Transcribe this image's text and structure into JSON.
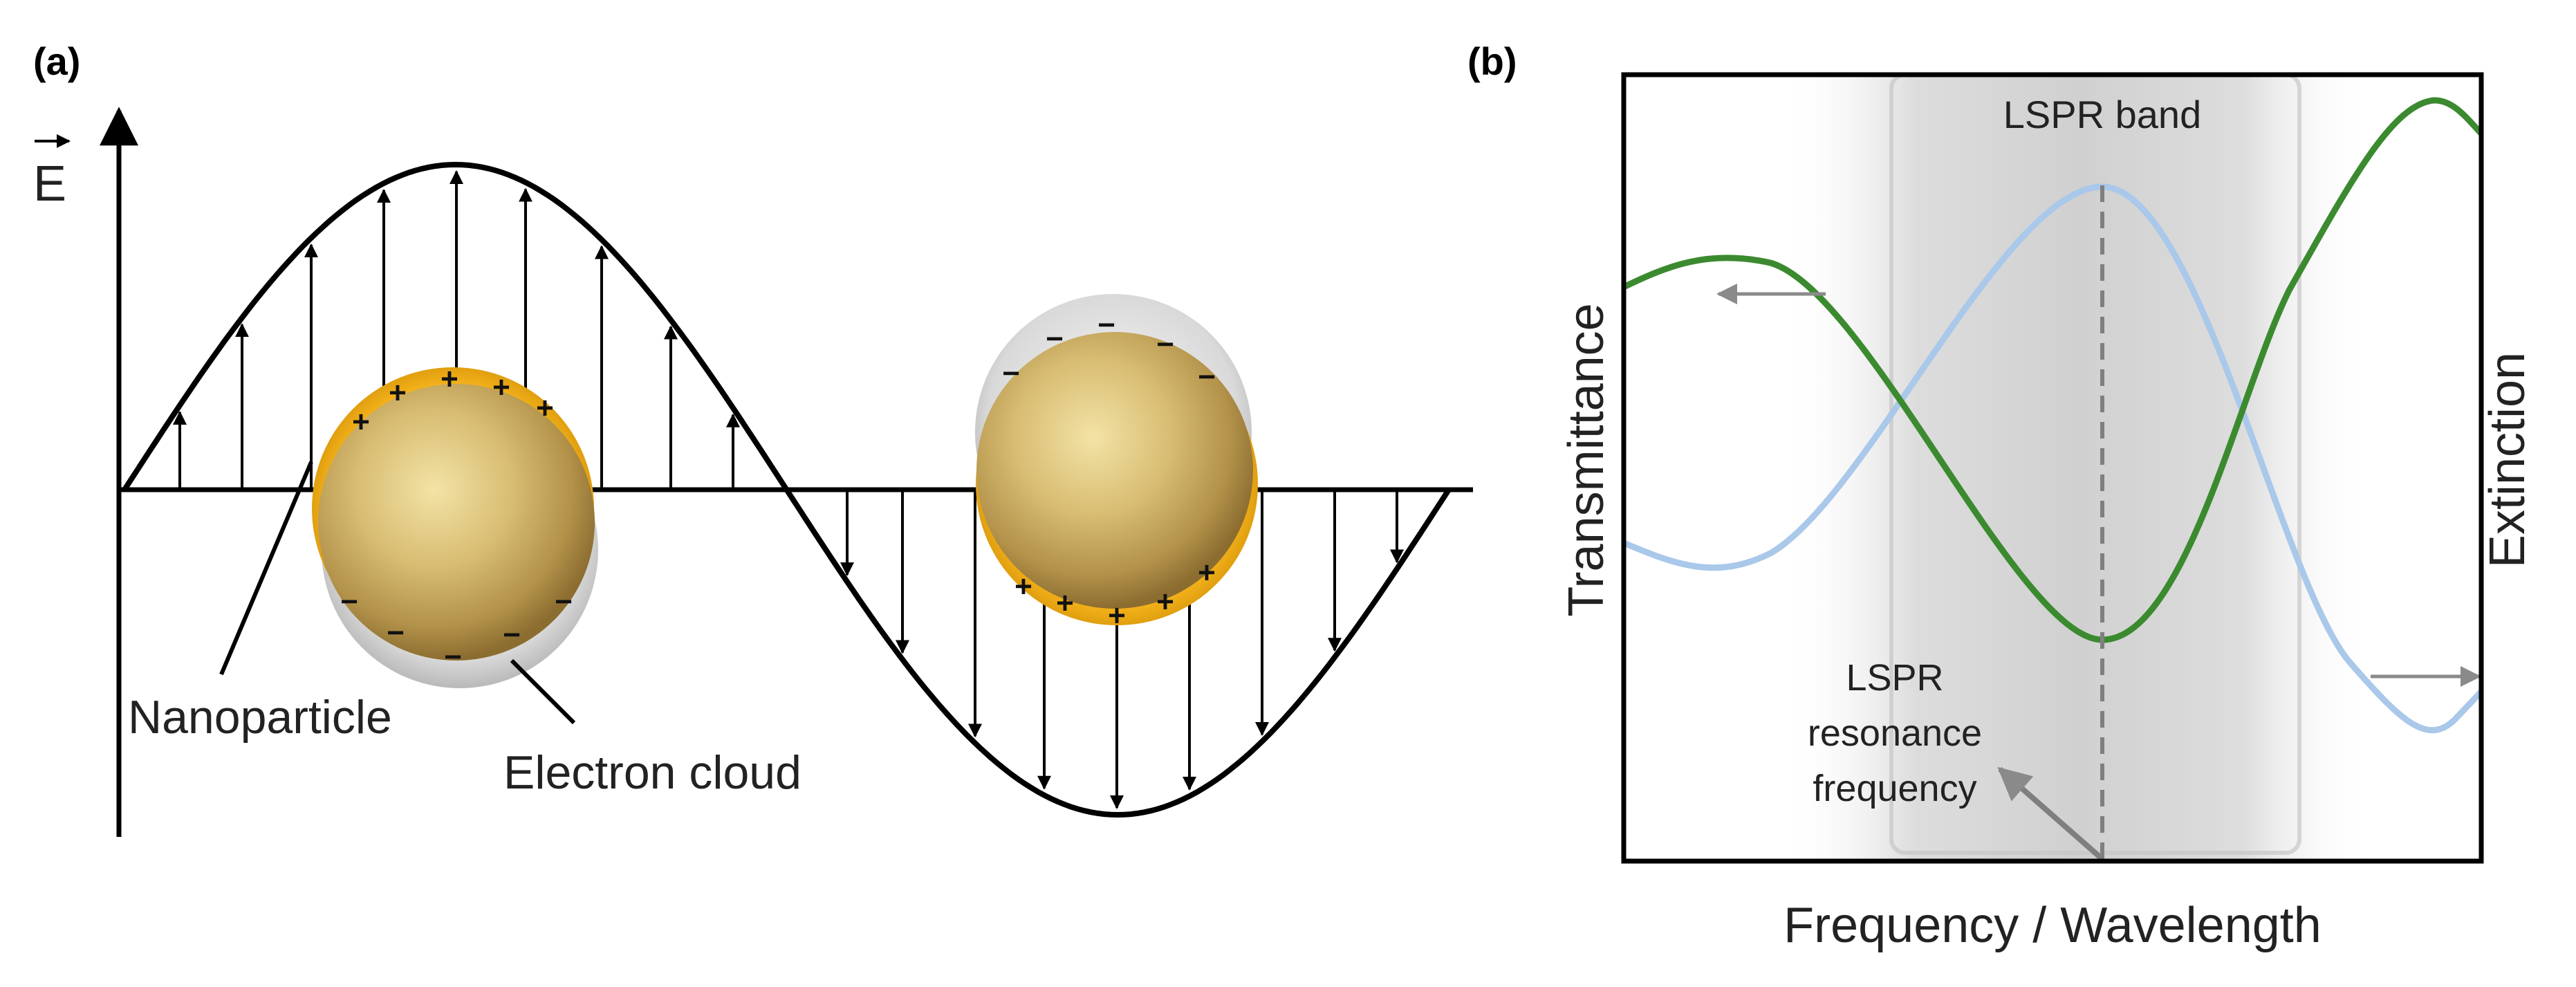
{
  "panel_a": {
    "label": "(a)",
    "field_symbol": "E",
    "nanoparticle_label": "Nanoparticle",
    "electron_cloud_label": "Electron cloud",
    "charges": {
      "positive": "+",
      "negative": "−"
    }
  },
  "panel_b": {
    "label": "(b)",
    "band_label": "LSPR band",
    "resonance_label_lines": [
      "LSPR",
      "resonance",
      "frequency"
    ],
    "left_axis_label": "Transmittance",
    "right_axis_label": "Extinction",
    "x_axis_label": "Frequency / Wavelength",
    "colors": {
      "transmittance": "#3b8a2f",
      "extinction": "#a9c8ea",
      "band": "#d9d9d9"
    }
  }
}
